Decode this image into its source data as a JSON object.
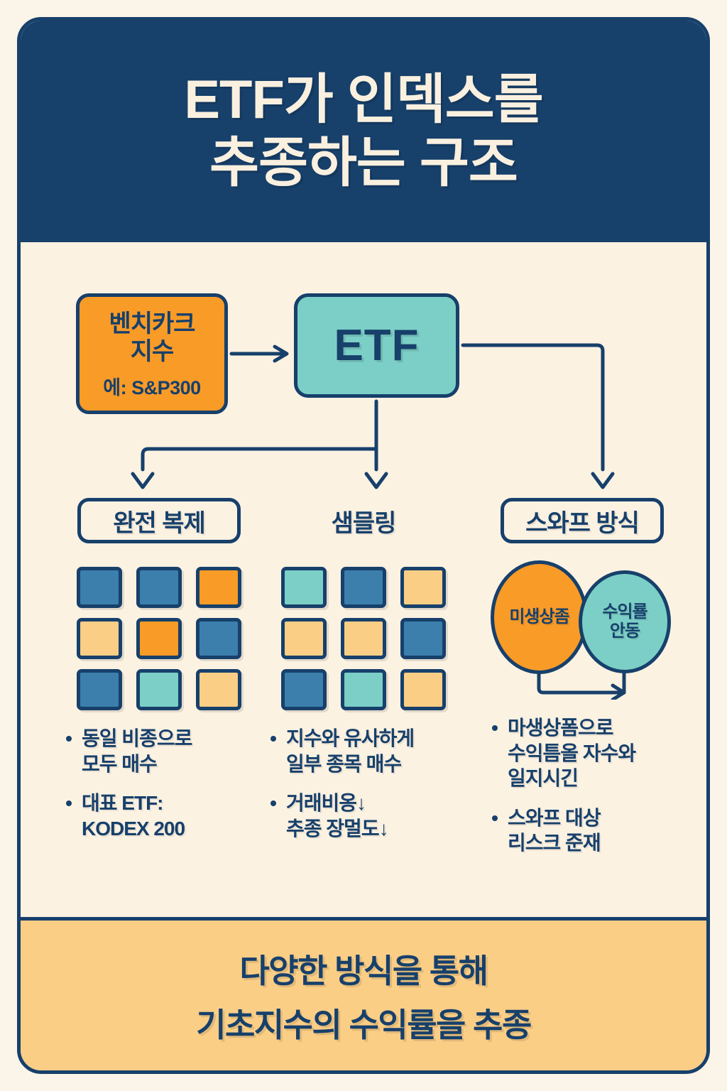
{
  "header": {
    "title_line1": "ETF가 인덱스를",
    "title_line2": "추종하는 구조"
  },
  "flow": {
    "benchmark": {
      "title_line1": "벤치카크",
      "title_line2": "지수",
      "example": "에: S&P300"
    },
    "etf": {
      "label": "ETF"
    }
  },
  "methods": [
    {
      "label": "완전 복제",
      "boxed": true,
      "visual": "grid",
      "grid": [
        [
          "blue",
          "blue",
          "orange"
        ],
        [
          "lorange",
          "orange",
          "blue"
        ],
        [
          "blue",
          "teal",
          "lorange"
        ]
      ],
      "bullets": [
        "동일 비종으로\n모두 매수",
        "대표 ETF:\nKODEX 200"
      ]
    },
    {
      "label": "샘믈링",
      "boxed": false,
      "visual": "grid",
      "grid": [
        [
          "teal",
          "blue",
          "lorange"
        ],
        [
          "lorange",
          "lorange",
          "blue"
        ],
        [
          "blue",
          "teal",
          "lorange"
        ]
      ],
      "bullets": [
        "지수와 유사하게\n일부 종목 매수",
        "거래비옹↓\n추종 장멀도↓"
      ]
    },
    {
      "label": "스와프 방식",
      "boxed": true,
      "visual": "ellipses",
      "ellipses": [
        {
          "text": "미생상좀",
          "color": "#F99B27"
        },
        {
          "text": "수익룔\n안동",
          "color": "#7CCFC6"
        }
      ],
      "bullets": [
        "마생상폼으로\n수익틈올 자수와\n일지시긴",
        "스와프 대상\n리스크 준재"
      ]
    }
  ],
  "footer": {
    "line1": "다양한 방식을 통해",
    "line2": "기초지수의 수익률을 추종"
  },
  "colors": {
    "navy": "#17406B",
    "cream": "#FBF1E1",
    "orange": "#F99B27",
    "orange_light": "#FBCE86",
    "teal": "#7CCFC6",
    "blue": "#3C7FAC"
  }
}
